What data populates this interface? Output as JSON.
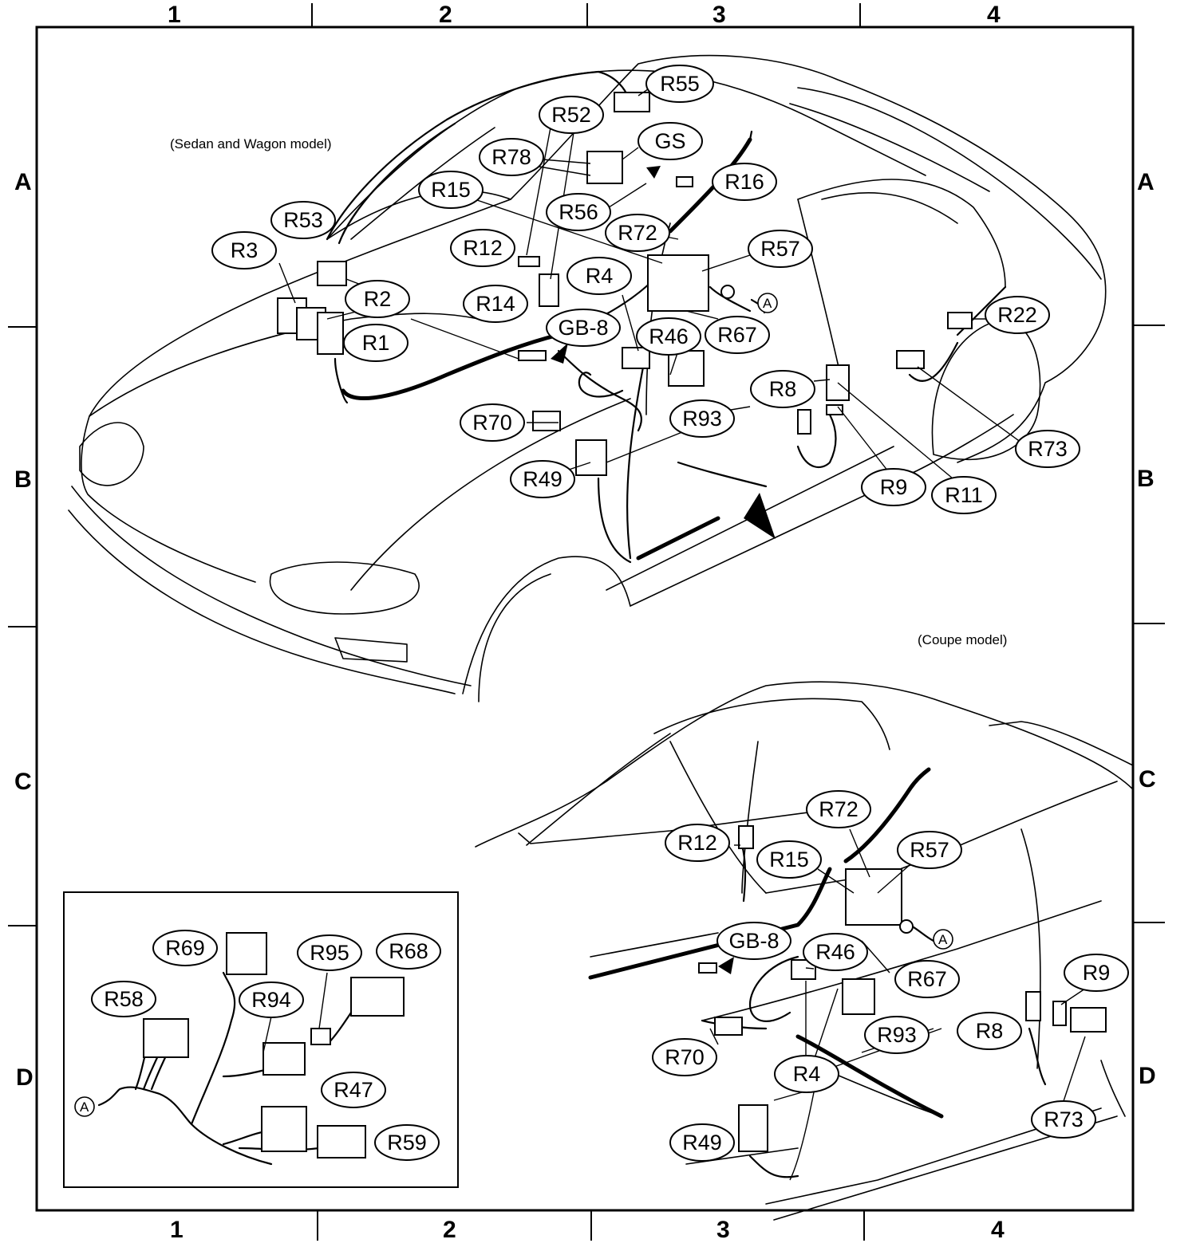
{
  "grid": {
    "columns": [
      "1",
      "2",
      "3",
      "4"
    ],
    "rows": [
      "A",
      "B",
      "C",
      "D"
    ]
  },
  "captions": {
    "sedan": "(Sedan and Wagon model)",
    "coupe": "(Coupe model)"
  },
  "ground_marker": "A",
  "sedan_labels": [
    "R55",
    "R52",
    "GS",
    "R78",
    "R16",
    "R15",
    "R56",
    "R72",
    "R53",
    "R3",
    "R12",
    "R57",
    "R4",
    "R2",
    "R14",
    "GB-8",
    "R1",
    "R46",
    "R67",
    "R22",
    "R8",
    "R70",
    "R93",
    "R73",
    "R49",
    "R9",
    "R11"
  ],
  "coupe_labels": [
    "R72",
    "R12",
    "R15",
    "R57",
    "GB-8",
    "R46",
    "R67",
    "R9",
    "R93",
    "R8",
    "R70",
    "R4",
    "R73",
    "R49"
  ],
  "inset_labels": [
    "R69",
    "R95",
    "R68",
    "R58",
    "R94",
    "R47",
    "R59"
  ]
}
